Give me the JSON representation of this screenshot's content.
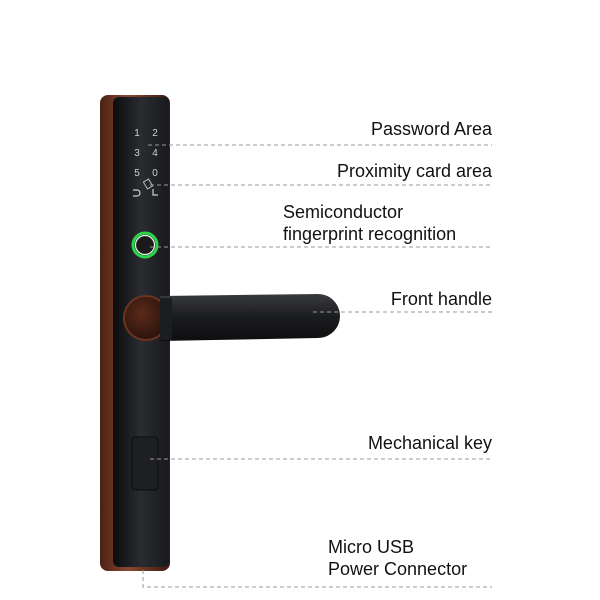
{
  "labels": {
    "password": "Password Area",
    "proximity": "Proximity card area",
    "fingerprint_line1": "Semiconductor",
    "fingerprint_line2": "fingerprint recognition",
    "handle": "Front handle",
    "key": "Mechanical key",
    "usb_line1": "Micro USB",
    "usb_line2": "Power Connector"
  },
  "keypad": {
    "keys": [
      "1",
      "2",
      "3",
      "4",
      "5",
      "0"
    ]
  },
  "colors": {
    "copper": "#7a3a22",
    "body": "#1c1d20",
    "fingerprint_ring": "#2bd44a",
    "leader": "#9a9a9a"
  }
}
